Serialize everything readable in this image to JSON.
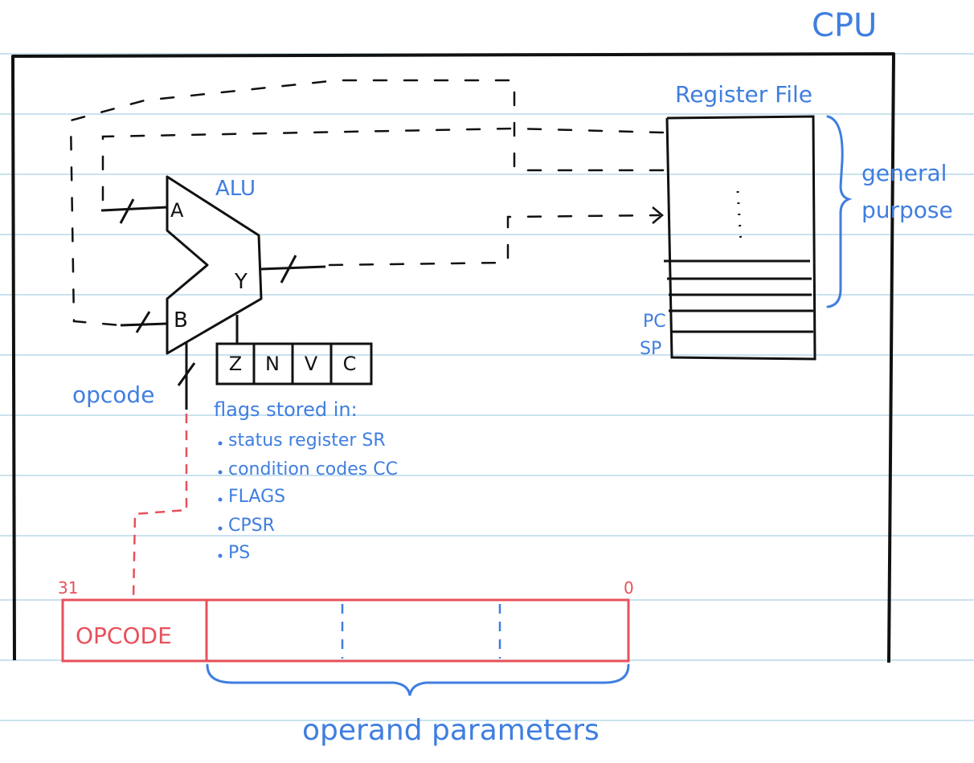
{
  "labels": {
    "cpu": "CPU",
    "register_file": "Register File",
    "general_purpose_line1": "general",
    "general_purpose_line2": "purpose",
    "pc": "PC",
    "sp": "SP",
    "alu": "ALU",
    "alu_input_a": "A",
    "alu_input_b": "B",
    "alu_output": "Y",
    "opcode_wire": "opcode",
    "instruction_msb": "31",
    "instruction_lsb": "0",
    "opcode_field": "OPCODE",
    "operand_parameters": "operand parameters"
  },
  "flags": [
    "Z",
    "N",
    "V",
    "C"
  ],
  "flags_note": {
    "heading": "flags stored in:",
    "items": [
      "status register SR",
      "condition codes CC",
      "FLAGS",
      "CPSR",
      "PS"
    ]
  },
  "colors": {
    "ink": "#111111",
    "annotation_blue": "#3f7ee0",
    "instruction_red": "#e8505b",
    "paper_rule": "#b9d8e8"
  }
}
